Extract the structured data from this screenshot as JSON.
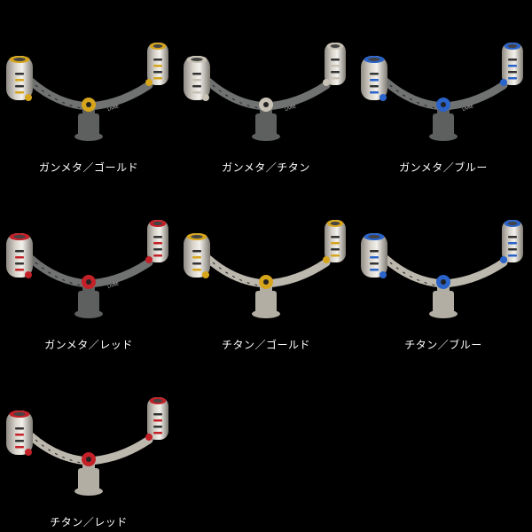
{
  "variants": [
    {
      "label": "ガンメタ／ゴールド",
      "arm_color": "#6f7270",
      "accent_color": "#d6a51c",
      "knob_color": "#d8d4cc",
      "stem_color": "#5d605e",
      "arm_text": "LIVRE"
    },
    {
      "label": "ガンメタ／チタン",
      "arm_color": "#6f7270",
      "accent_color": "#c8c2b6",
      "knob_color": "#d8d4cc",
      "stem_color": "#5d605e",
      "arm_text": "LIVRE"
    },
    {
      "label": "ガンメタ／ブルー",
      "arm_color": "#6f7270",
      "accent_color": "#2a63c9",
      "knob_color": "#d8d4cc",
      "stem_color": "#5d605e",
      "arm_text": "LIVRE"
    },
    {
      "label": "ガンメタ／レッド",
      "arm_color": "#6f7270",
      "accent_color": "#c42028",
      "knob_color": "#d8d4cc",
      "stem_color": "#5d605e",
      "arm_text": "LIVRE"
    },
    {
      "label": "チタン／ゴールド",
      "arm_color": "#bdb8ae",
      "accent_color": "#d6a51c",
      "knob_color": "#d8d4cc",
      "stem_color": "#b3aea4",
      "arm_text": ""
    },
    {
      "label": "チタン／ブルー",
      "arm_color": "#bdb8ae",
      "accent_color": "#2a63c9",
      "knob_color": "#d8d4cc",
      "stem_color": "#b3aea4",
      "arm_text": ""
    },
    {
      "label": "チタン／レッド",
      "arm_color": "#bdb8ae",
      "accent_color": "#c42028",
      "knob_color": "#d8d4cc",
      "stem_color": "#b3aea4",
      "arm_text": ""
    }
  ]
}
